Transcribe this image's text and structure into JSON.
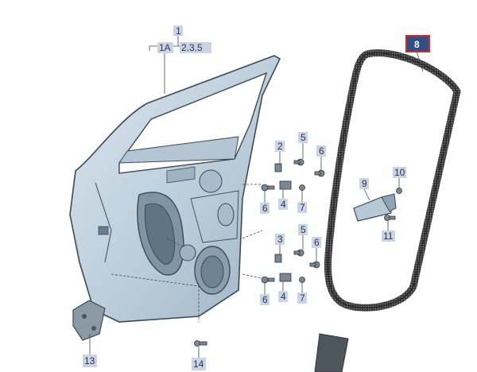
{
  "diagram": {
    "callouts": {
      "c1": "1",
      "c1a": "1A",
      "c235": "2.3.5",
      "c8": "8",
      "c2": "2",
      "c5a": "5",
      "c6a": "6",
      "c6b": "6",
      "c4a": "4",
      "c7a": "7",
      "c9": "9",
      "c10": "10",
      "c11": "11",
      "c3": "3",
      "c5b": "5",
      "c6c": "6",
      "c6d": "6",
      "c4b": "4",
      "c7b": "7",
      "c13": "13",
      "c14": "14"
    },
    "colors": {
      "door_fill": "#c3d3df",
      "door_stroke": "#3d4a55",
      "seal": "#2d2d2d",
      "highlight_box": "#2f4f86",
      "highlight_border": "#d32a2a",
      "callout_box": "#c9d4e6"
    }
  }
}
